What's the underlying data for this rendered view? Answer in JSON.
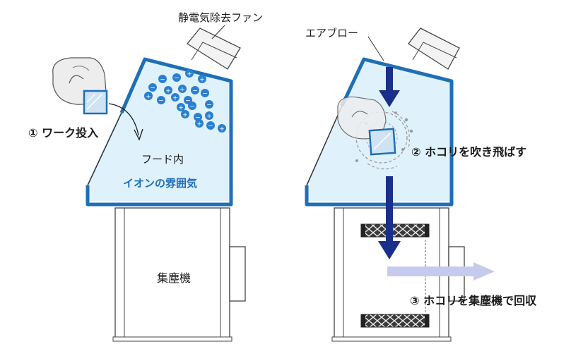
{
  "labels": {
    "fan": "静電気除去ファン",
    "air_blow": "エアブロー",
    "step1": "① ワーク投入",
    "hood_inner": "フード内",
    "ion_atmosphere": "イオンの雰囲気",
    "collector": "集塵機",
    "step2": "② ホコリを吹き飛ばす",
    "step3": "③ ホコリを集塵機で回収"
  },
  "ions": {
    "negative_sign": "−",
    "positive_sign": "+"
  },
  "colors": {
    "hood_border": "#1f6fb5",
    "hood_fill": "#dff2fc",
    "ion": "#2b7fd0",
    "arrow": "#1a2f8a",
    "flow_light": "#c6cbee",
    "ion_text": "#1f6fb5"
  }
}
